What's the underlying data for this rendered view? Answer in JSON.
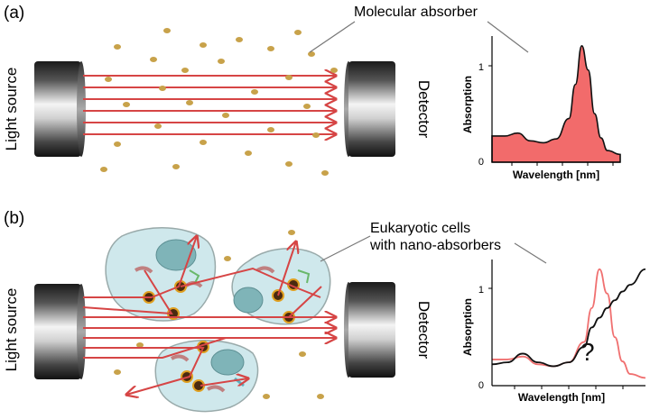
{
  "panel_a": {
    "label": "(a)",
    "source_label": "Light source",
    "detector_label": "Detector",
    "absorber_label": "Molecular absorber",
    "chart": {
      "ylabel": "Absorption",
      "xlabel": "Wavelength [nm]",
      "ytick_top": "1",
      "ytick_bottom": "0"
    }
  },
  "panel_b": {
    "label": "(b)",
    "source_label": "Light source",
    "detector_label": "Detector",
    "cells_label_line1": "Eukaryotic cells",
    "cells_label_line2": "with nano-absorbers",
    "chart": {
      "ylabel": "Absorption",
      "xlabel": "Wavelength [nm]",
      "ytick_top": "1",
      "ytick_bottom": "0",
      "question": "?"
    }
  },
  "colors": {
    "beam": "#d64545",
    "molecule": "#c8a24a",
    "spectrum_fill": "#f26b6b",
    "spectrum_line": "#f07070",
    "cell_fill": "#cfe8ec"
  },
  "chart_data": [
    {
      "type": "area",
      "x": [
        0,
        0.1,
        0.2,
        0.3,
        0.4,
        0.5,
        0.6,
        0.65,
        0.7,
        0.75,
        0.8,
        0.85,
        0.9,
        1.0
      ],
      "values": [
        0.27,
        0.27,
        0.3,
        0.22,
        0.2,
        0.24,
        0.45,
        0.8,
        1.2,
        0.95,
        0.5,
        0.25,
        0.12,
        0.08
      ],
      "xlabel": "Wavelength [nm]",
      "ylabel": "Absorption",
      "ylim": [
        0,
        1.3
      ]
    },
    {
      "type": "line",
      "x": [
        0,
        0.1,
        0.2,
        0.3,
        0.4,
        0.5,
        0.6,
        0.65,
        0.7,
        0.75,
        0.8,
        0.85,
        0.9,
        1.0
      ],
      "series": [
        {
          "values": [
            0.22,
            0.24,
            0.33,
            0.24,
            0.2,
            0.24,
            0.4,
            0.6,
            0.7,
            0.8,
            0.88,
            0.97,
            1.04,
            1.2
          ]
        },
        {
          "values": [
            0.27,
            0.27,
            0.3,
            0.22,
            0.2,
            0.24,
            0.45,
            0.8,
            1.2,
            0.95,
            0.5,
            0.25,
            0.12,
            0.08
          ]
        }
      ],
      "xlabel": "Wavelength [nm]",
      "ylabel": "Absorption",
      "ylim": [
        0,
        1.3
      ]
    }
  ]
}
